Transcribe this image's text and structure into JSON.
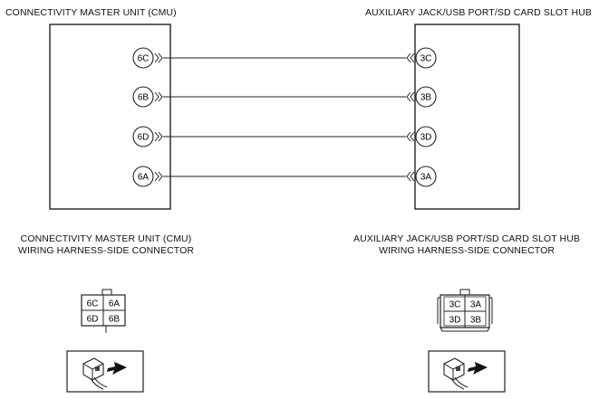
{
  "titles": {
    "left_unit": "CONNECTIVITY MASTER UNIT (CMU)",
    "right_unit": "AUXILIARY JACK/USB PORT/SD CARD SLOT HUB",
    "left_harness_line1": "CONNECTIVITY MASTER UNIT (CMU)",
    "left_harness_line2": "WIRING HARNESS-SIDE CONNECTOR",
    "right_harness_line1": "AUXILIARY JACK/USB PORT/SD CARD SLOT HUB",
    "right_harness_line2": "WIRING HARNESS-SIDE CONNECTOR"
  },
  "wires": [
    {
      "left": "6C",
      "right": "3C"
    },
    {
      "left": "6B",
      "right": "3B"
    },
    {
      "left": "6D",
      "right": "3D"
    },
    {
      "left": "6A",
      "right": "3A"
    }
  ],
  "left_connector": {
    "top_left": "6C",
    "top_right": "6A",
    "bottom_left": "6D",
    "bottom_right": "6B"
  },
  "right_connector": {
    "top_left": "3C",
    "top_right": "3A",
    "bottom_left": "3D",
    "bottom_right": "3B"
  }
}
